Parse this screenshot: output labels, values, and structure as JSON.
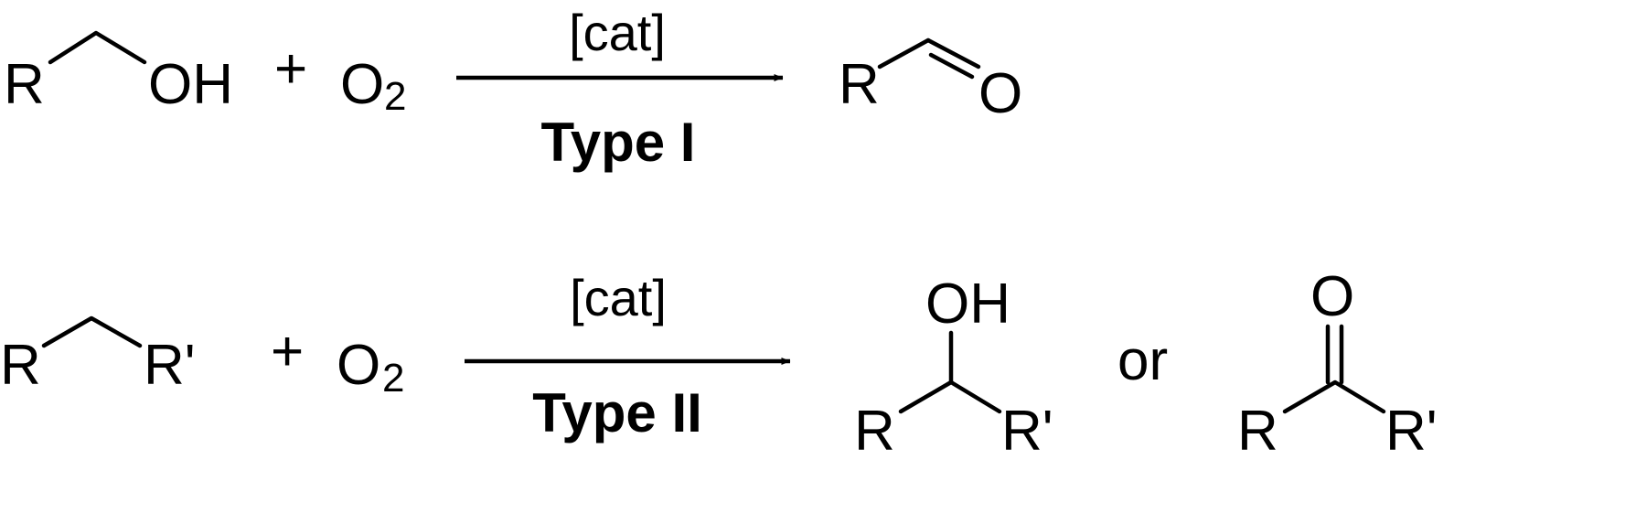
{
  "reactions": [
    {
      "reactant": {
        "r_label": "R",
        "oh_label": "OH"
      },
      "plus": "+",
      "oxidant": {
        "symbol": "O",
        "subscript": "2"
      },
      "catalyst": "[cat]",
      "type_label": "Type I",
      "product": {
        "r_label": "R",
        "o_label": "O"
      }
    },
    {
      "reactant": {
        "r_label": "R",
        "r2_label": "R'"
      },
      "plus": "+",
      "oxidant": {
        "symbol": "O",
        "subscript": "2"
      },
      "catalyst": "[cat]",
      "type_label": "Type II",
      "product_alcohol": {
        "oh_label": "OH",
        "r_label": "R",
        "r2_label": "R'"
      },
      "connector": "or",
      "product_ketone": {
        "o_label": "O",
        "r_label": "R",
        "r2_label": "R'"
      }
    }
  ]
}
